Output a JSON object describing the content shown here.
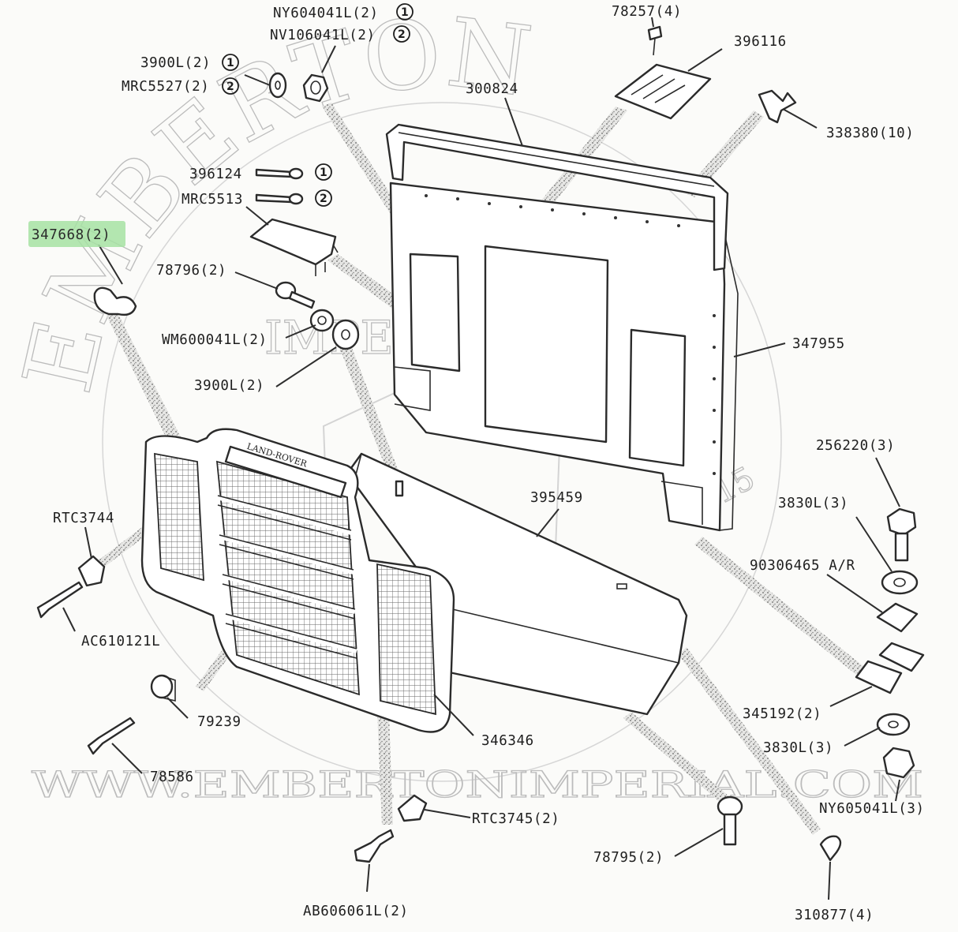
{
  "watermark": {
    "arc": "EMBERTON",
    "sub": "IMPERIAL LTD",
    "year": "2015",
    "url": "WWW.EMBERTONIMPERIAL.COM"
  },
  "grille_badge": "LAND-ROVER",
  "circled": [
    "1",
    "2"
  ],
  "labels": {
    "ny604041l": "NY604041L(2)",
    "nv106041l": "NV106041L(2)",
    "p78257": "78257(4)",
    "p396116": "396116",
    "p3900l_top": "3900L(2)",
    "mrc5527": "MRC5527(2)",
    "p300824": "300824",
    "p338380": "338380(10)",
    "p396124": "396124",
    "mrc5513": "MRC5513",
    "p347668": "347668(2)",
    "p78796": "78796(2)",
    "wm600041l": "WM600041L(2)",
    "p3900l_mid": "3900L(2)",
    "p347955": "347955",
    "p256220": "256220(3)",
    "p395459": "395459",
    "rtc3744": "RTC3744",
    "p3830l_a": "3830L(3)",
    "p90306465": "90306465 A/R",
    "ac610121l": "AC610121L",
    "p79239": "79239",
    "p345192": "345192(2)",
    "p346346": "346346",
    "p3830l_b": "3830L(3)",
    "p78586": "78586",
    "ny605041l": "NY605041L(3)",
    "rtc3745": "RTC3745(2)",
    "p78795": "78795(2)",
    "ab606061l": "AB606061L(2)",
    "p310877": "310877(4)"
  },
  "highlighted_part": "347668(2)",
  "colors": {
    "highlight": "#a6e2a3",
    "ink": "#2b2b2b",
    "paper": "#fbfbf9",
    "watermark": "#bcbcbc"
  }
}
